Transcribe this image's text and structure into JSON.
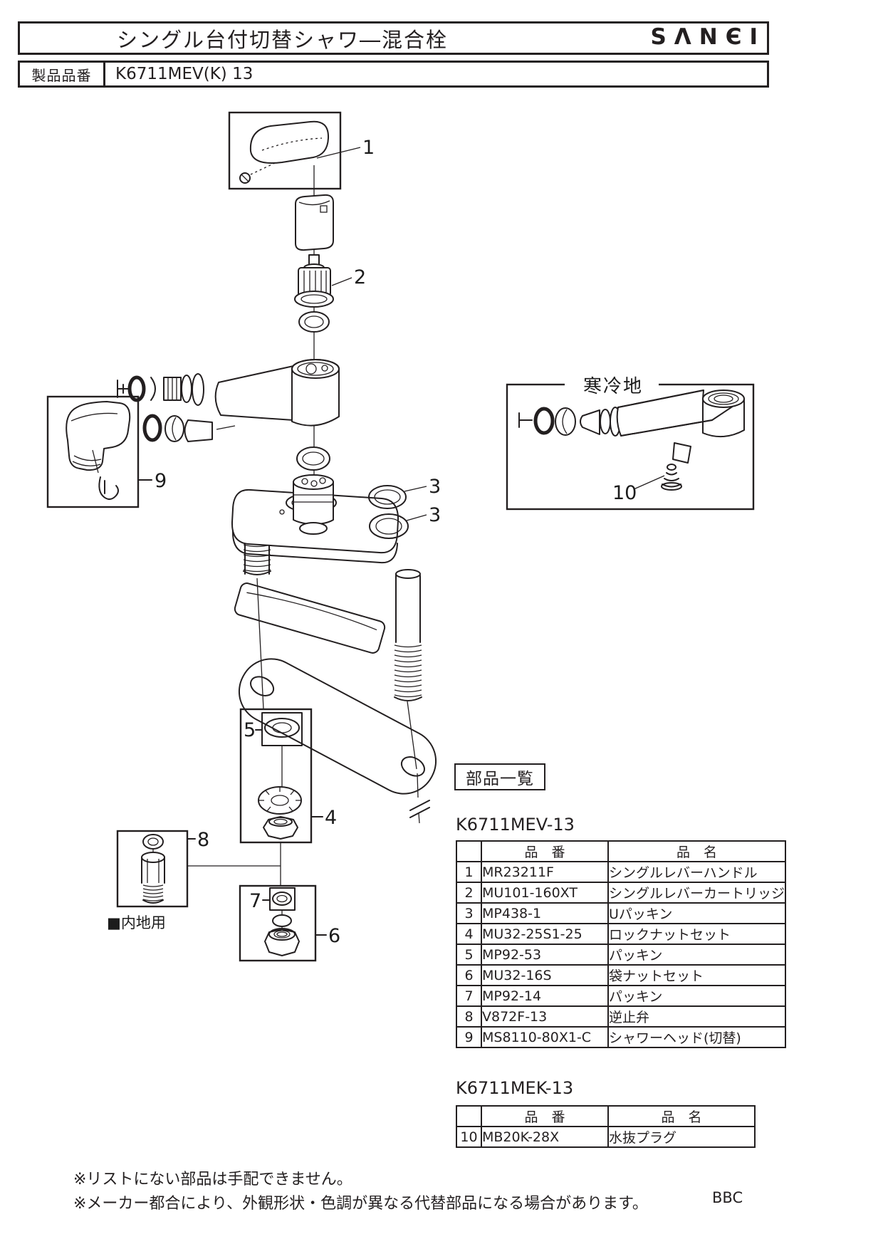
{
  "header": {
    "title": "シングル台付切替シャワ―混合栓",
    "brand_logo": "SΛNЄI"
  },
  "product": {
    "label": "製品品番",
    "code": "K6711MEV(K) 13"
  },
  "diagram": {
    "cold_region_label": "寒冷地",
    "inland_label": "■内地用",
    "callouts": {
      "c1": "1",
      "c2": "2",
      "c3a": "3",
      "c3b": "3",
      "c4": "4",
      "c5": "5",
      "c6": "6",
      "c7": "7",
      "c8": "8",
      "c9": "9",
      "c10": "10"
    }
  },
  "parts_list": {
    "heading": "部品一覧",
    "tables": [
      {
        "title": "K6711MEV-13",
        "col_part": "品　番",
        "col_name": "品　名",
        "rows": [
          {
            "no": "1",
            "part": "MR23211F",
            "name": "シングルレバーハンドル"
          },
          {
            "no": "2",
            "part": "MU101-160XT",
            "name": "シングルレバーカートリッジ"
          },
          {
            "no": "3",
            "part": "MP438-1",
            "name": "Uパッキン"
          },
          {
            "no": "4",
            "part": "MU32-25S1-25",
            "name": "ロックナットセット"
          },
          {
            "no": "5",
            "part": "MP92-53",
            "name": "パッキン"
          },
          {
            "no": "6",
            "part": "MU32-16S",
            "name": "袋ナットセット"
          },
          {
            "no": "7",
            "part": "MP92-14",
            "name": "パッキン"
          },
          {
            "no": "8",
            "part": "V872F-13",
            "name": "逆止弁"
          },
          {
            "no": "9",
            "part": "MS8110-80X1-C",
            "name": "シャワーヘッド(切替)"
          }
        ]
      },
      {
        "title": "K6711MEK-13",
        "col_part": "品　番",
        "col_name": "品　名",
        "rows": [
          {
            "no": "10",
            "part": "MB20K-28X",
            "name": "水抜プラグ"
          }
        ]
      }
    ]
  },
  "notes": {
    "line1": "※リストにない部品は手配できません。",
    "line2": "※メーカー都合により、外観形状・色調が異なる代替部品になる場合があります。",
    "page_code": "BBC"
  },
  "colors": {
    "ink": "#231f20",
    "paper": "#ffffff"
  }
}
